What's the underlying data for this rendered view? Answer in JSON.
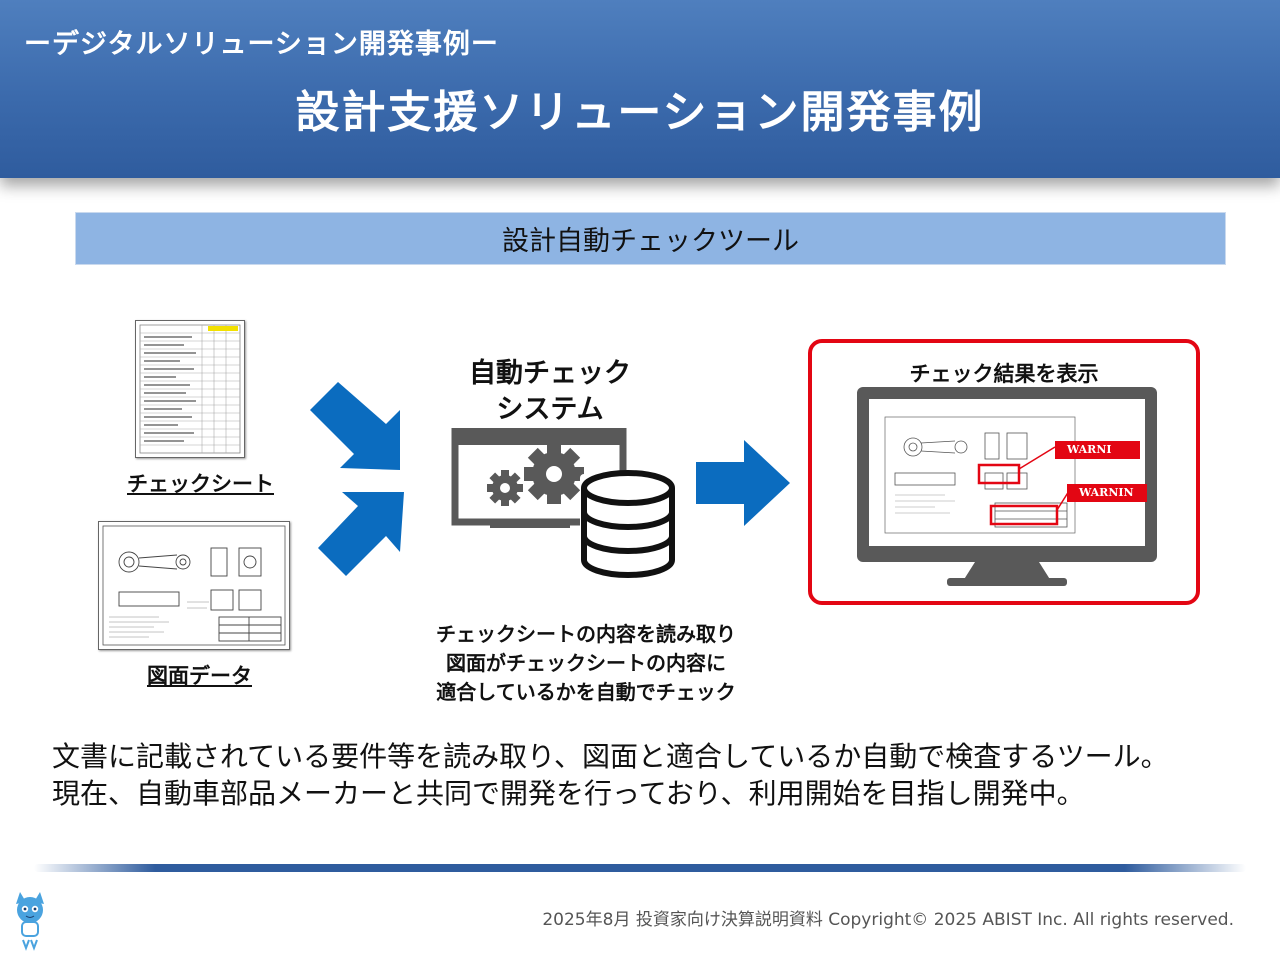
{
  "header": {
    "kicker": "ーデジタルソリューション開発事例ー",
    "title": "設計支援ソリューション開発事例"
  },
  "section": {
    "title": "設計自動チェックツール"
  },
  "diagram": {
    "checksheet_label": "チェックシート",
    "drawing_label": "図面データ",
    "system_title_line1": "自動チェック",
    "system_title_line2": "システム",
    "system_desc_line1": "チェックシートの内容を読み取り",
    "system_desc_line2": "図面がチェックシートの内容に",
    "system_desc_line3": "適合しているかを自動でチェック",
    "result_title": "チェック結果を表示",
    "warning1": "WARNI",
    "warning2": "WARNIN"
  },
  "body": {
    "line1": "文書に記載されている要件等を読み取り、図面と適合しているか自動で検査するツール。",
    "line2": "現在、自動車部品メーカーと共同で開発を行っており、利用開始を目指し開発中。"
  },
  "footer": {
    "text": "2025年8月 投資家向け決算説明資料  Copyright© 2025 ABIST Inc. All rights reserved."
  },
  "colors": {
    "header": "#3b6aac",
    "section_bar": "#8eb4e3",
    "arrow": "#0b6cbf",
    "highlight": "#e30613"
  },
  "icons": [
    "gear-icon",
    "database-icon",
    "monitor-icon",
    "arrow-icon",
    "mascot-icon"
  ]
}
